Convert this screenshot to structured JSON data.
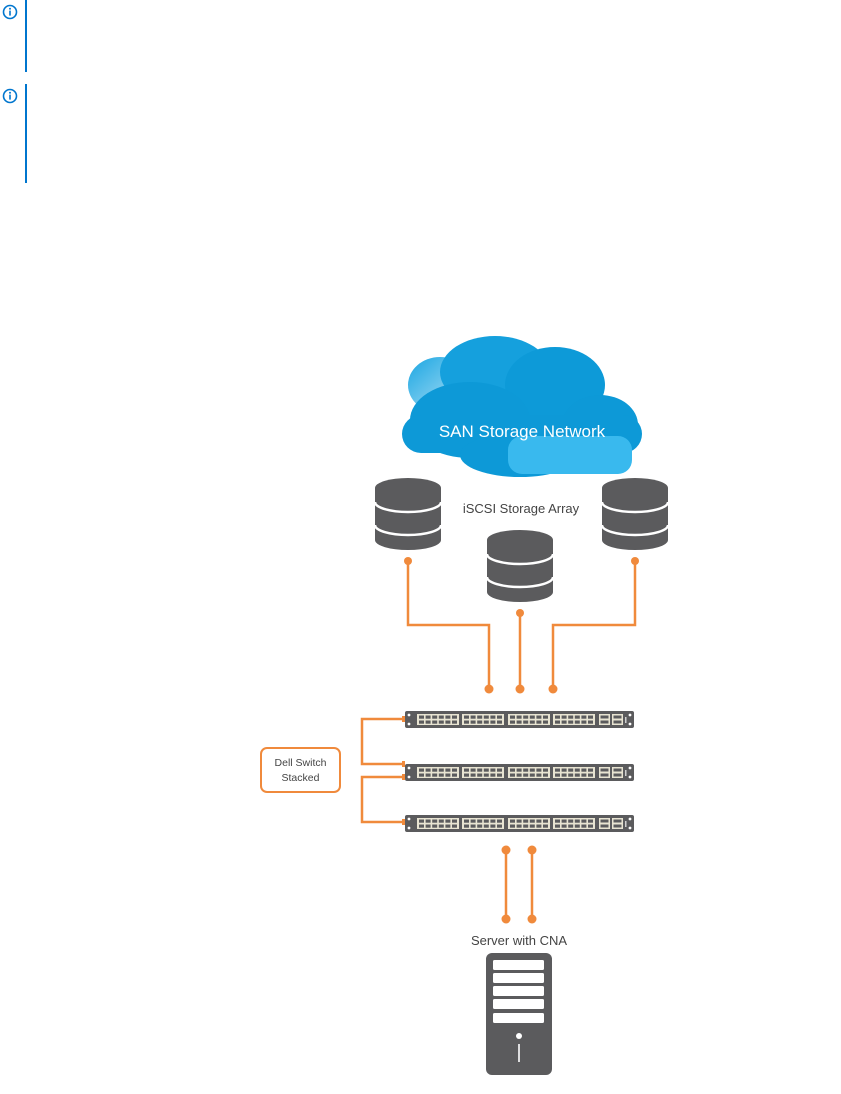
{
  "notes": [
    {
      "icon": "info-icon",
      "text": ""
    },
    {
      "icon": "info-icon",
      "text": ""
    }
  ],
  "diagram": {
    "cloud_label": "SAN Storage Network",
    "storage_label": "iSCSI Storage Array",
    "stack_label_line1": "Dell Switch",
    "stack_label_line2": "Stacked",
    "server_label": "Server with CNA",
    "switch_count": 3,
    "storage_count": 3,
    "server_links": 2,
    "colors": {
      "accent_blue": "#0076ce",
      "cloud_dark": "#0a9ad6",
      "cloud_light": "#39b9ee",
      "cable_orange": "#f08a3c",
      "device_gray": "#5b5b5d",
      "port_beige": "#e8e4d2",
      "text_gray": "#444444"
    }
  }
}
